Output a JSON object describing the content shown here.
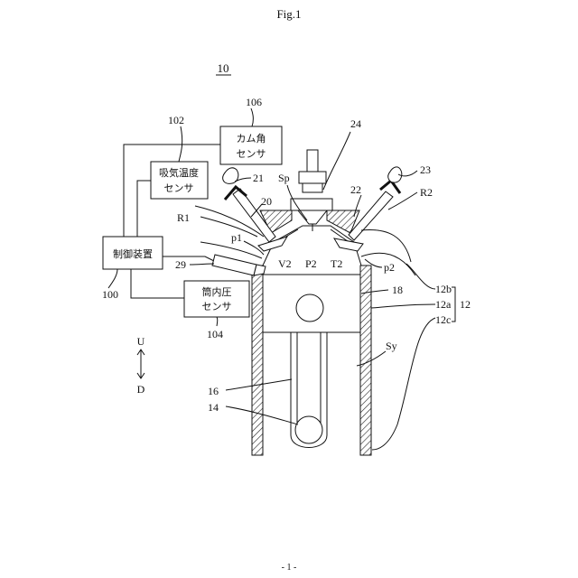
{
  "figure_title": "Fig.1",
  "page_number": "- 1 -",
  "labels": {
    "engine_system": "10",
    "cam_sensor_ref": "106",
    "intake_temp_sensor_ref": "102",
    "spark_plug_ref": "24",
    "intake_cam_ref": "21",
    "exhaust_cam_ref": "23",
    "spark_plug": "Sp",
    "intake_valve_ref": "20",
    "exhaust_valve_ref": "22",
    "exhaust_side": "R2",
    "intake_side": "R1",
    "intake_port": "p1",
    "injector_ref": "29",
    "exhaust_port": "p2",
    "intake_valve": "V2",
    "exhaust_valve": "T2",
    "center_position": "P2",
    "piston_ref": "18",
    "block_ref_b": "12b",
    "block_ref_a": "12a",
    "block_ref_c": "12c",
    "block_ref": "12",
    "controller_ref": "100",
    "cylinder_pressure_sensor_ref": "104",
    "cylinder": "Sy",
    "conrod_ref": "16",
    "crank_ref": "14",
    "dir_up": "U",
    "dir_down": "D"
  },
  "boxes": {
    "cam_sensor_line1": "カム角",
    "cam_sensor_line2": "センサ",
    "intake_temp_line1": "吸気温度",
    "intake_temp_line2": "センサ",
    "controller": "制御装置",
    "cyl_pressure_line1": "筒内圧",
    "cyl_pressure_line2": "センサ"
  }
}
